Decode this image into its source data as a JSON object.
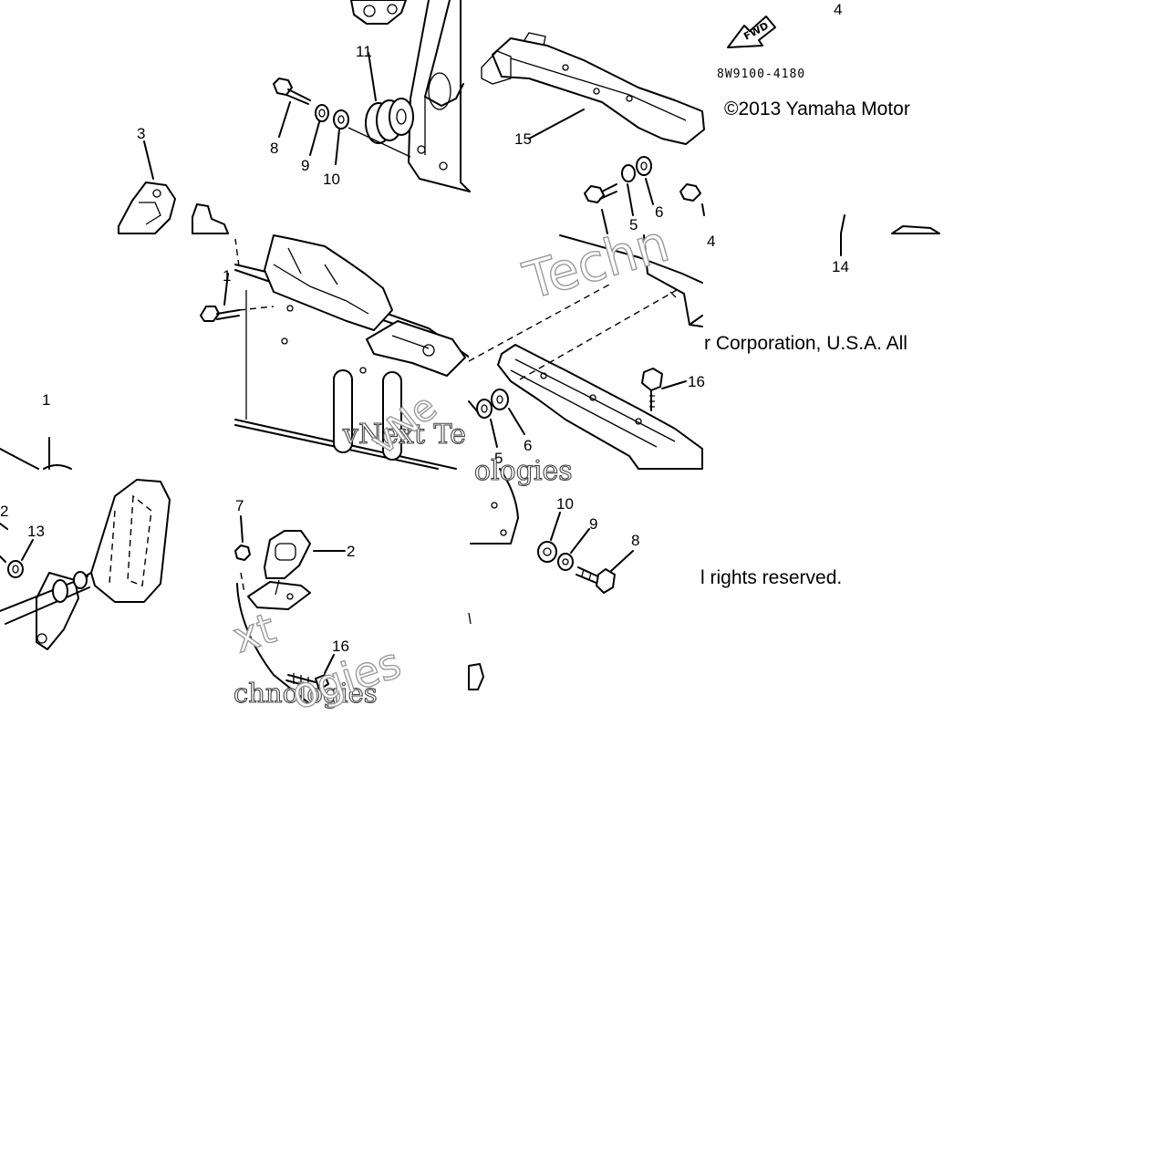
{
  "diagram": {
    "part_number": "8W9100-4180",
    "fwd_label": "FWD",
    "copyright_segments": [
      "©2013 Yamaha Motor",
      "r Corporation, U.S.A. All",
      "l rights reserved."
    ],
    "callouts": {
      "c1": "1",
      "c2a": "2",
      "c2b": "2",
      "c3": "3",
      "c4a": "4",
      "c4b": "4",
      "c5a": "5",
      "c5b": "5",
      "c6a": "6",
      "c6b": "6",
      "c7": "7",
      "c8a": "8",
      "c8b": "8",
      "c9a": "9",
      "c9b": "9",
      "c10a": "10",
      "c10b": "10",
      "c11": "11",
      "c12": "1",
      "c13": "13",
      "c14": "14",
      "c15": "15",
      "c16a": "16",
      "c16b": "16"
    },
    "watermarks": {
      "w1": "Techn",
      "w2": "vNext Te",
      "w3": "vNe",
      "w4": "ologies",
      "w5": "xt",
      "w6": "chnologies",
      "w7": "ogies"
    }
  }
}
